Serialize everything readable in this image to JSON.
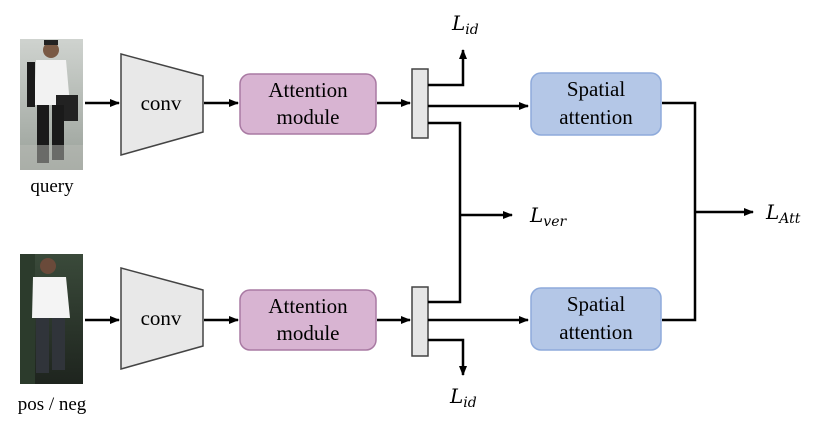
{
  "inputs": {
    "query_label": "query",
    "posneg_label": "pos / neg"
  },
  "blocks": {
    "conv_label": "conv",
    "attention_line1": "Attention",
    "attention_line2": "module",
    "spatial_line1": "Spatial",
    "spatial_line2": "attention"
  },
  "losses": {
    "id_main": "L",
    "id_sub": "id",
    "ver_main": "L",
    "ver_sub": "ver",
    "att_main": "L",
    "att_sub": "Att"
  },
  "colors": {
    "conv_fill": "#e8e8e8",
    "attention_fill": "#d8b4d2",
    "attention_stroke": "#a97aa3",
    "spatial_fill": "#b4c7e7",
    "spatial_stroke": "#8eaadb",
    "arrow": "#000000"
  }
}
